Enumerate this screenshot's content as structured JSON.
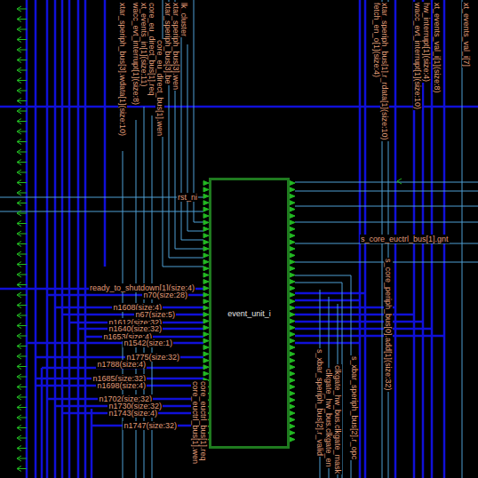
{
  "diagram": {
    "nodes": [
      {
        "text": [
          "event_unit_i"
        ]
      }
    ],
    "labels": [
      "lk_cluster",
      "xtar_speriph_bus[3].wdata[1](size:10)",
      "wacc_evt_interrupt[1](size:8)",
      "xt_events_in[1](size:11)",
      "core_eu_direct_bus[1].req",
      "core_eu_direct_bus[1].wen",
      "xtar_speriph_bus[3].be",
      "xtar_speriph_bus[3].wen",
      "xtar_speriph_bus[1].r_rdata[1](size:10)",
      "fetch_en_o[1](size:4)",
      "wacc_evt_interrupt[1](size:10)",
      "hw_interrupt[1](size:4)",
      "xt_events_val_i[1](size:8)",
      "xt_events_val_i[7]",
      "s_core_euctrl_bus[1].gnt",
      "s_core_periph_bus[0].add[1](size:32)",
      "rst_ni",
      "ready_to_shutdown[1](size:4)",
      "n70(size:28)",
      "n1608(size:4)",
      "n67(size:5)",
      "n1612(size:32)",
      "n1640(size:32)",
      "n1653(size:4)",
      "n1542(size:1)",
      "n1775(size:32)",
      "n1788(size:4)",
      "n1685(size:32)",
      "n1698(size:4)",
      "n1702(size:32)",
      "n1730(size:32)",
      "n1743(size:4)",
      "n1747(size:32)",
      "core_euctrl_bus[1].wen",
      "core_euctrl_bus[1].req",
      "s_xbar_speriph_bus[2].r_valid",
      "clkgate_hw_bus.clkgate_en",
      "clkgate_hw_bus.clkgate_mask",
      "s_xbar_speriph_bus[2].r_opc"
    ]
  }
}
